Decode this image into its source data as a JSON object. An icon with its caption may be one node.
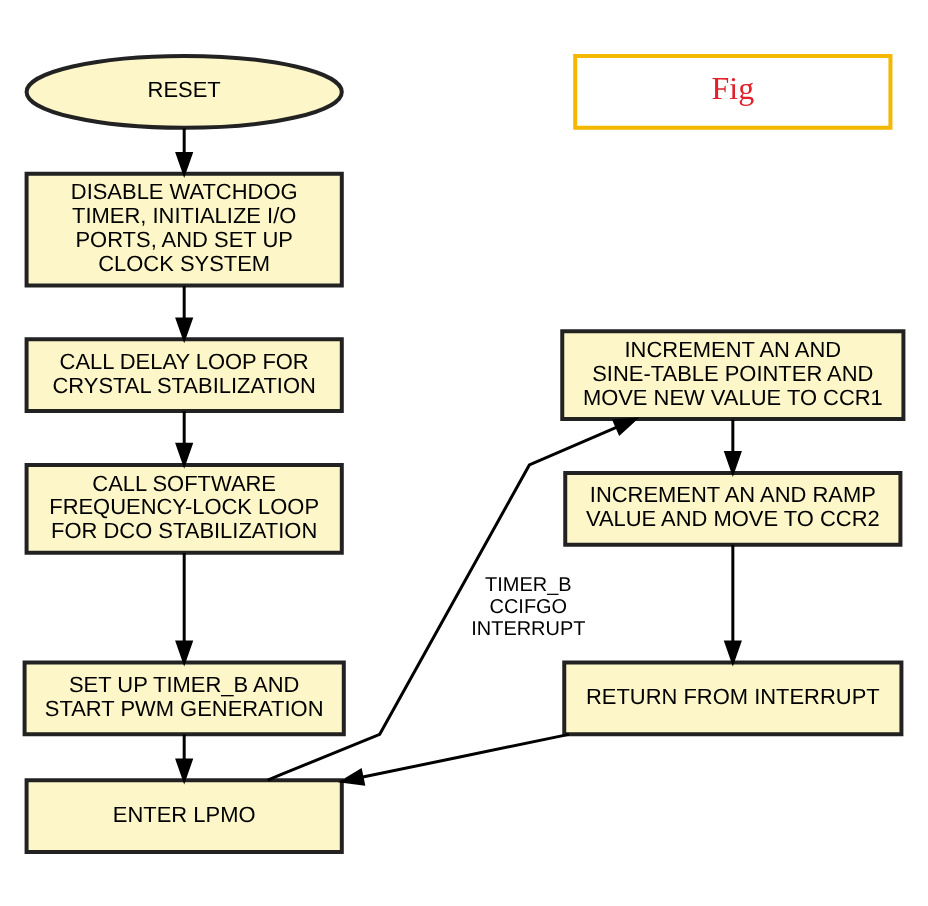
{
  "diagram": {
    "nodes": [
      {
        "text": [
          "RESET"
        ]
      },
      {
        "text": [
          "DISABLE WATCHDOG TIMER, INITIALIZE I/O PORTS, AND SET UP CLOCK SYSTEM"
        ]
      },
      {
        "text": [
          "CALL DELAY LOOP FOR CRYSTAL STABILIZATION"
        ]
      },
      {
        "text": [
          "CALL SOFTWARE FREQUENCY-LOCK LOOP FOR DCO STABILIZATION"
        ]
      },
      {
        "text": [
          "SET UP TIMER_B AND START PWM GENERATION"
        ]
      },
      {
        "text": [
          "ENTER LPMO"
        ]
      },
      {
        "text": [
          "Fig"
        ]
      },
      {
        "text": [
          "INCREMENT AN AND SINE-TABLE POINTER AND MOVE NEW VALUE TO CCR1"
        ]
      },
      {
        "text": [
          "INCREMENT AN AND RAMP VALUE AND MOVE TO CCR2"
        ]
      },
      {
        "text": [
          "RETURN FROM INTERRUPT"
        ]
      }
    ],
    "edges": [
      {
        "from": 0,
        "to": 1,
        "arrow": "to"
      },
      {
        "from": 1,
        "to": 2,
        "arrow": "to"
      },
      {
        "from": 2,
        "to": 3,
        "arrow": "to"
      },
      {
        "from": 3,
        "to": 4,
        "arrow": "to"
      },
      {
        "from": 4,
        "to": 5,
        "arrow": "to"
      },
      {
        "from": 5,
        "to": 7,
        "arrow": "to",
        "label": "TIMER_B CCIFGO INTERRUPT"
      },
      {
        "from": 7,
        "to": 8,
        "arrow": "to"
      },
      {
        "from": 8,
        "to": 9,
        "arrow": "to"
      },
      {
        "from": 9,
        "to": 5,
        "arrow": "to"
      }
    ]
  }
}
